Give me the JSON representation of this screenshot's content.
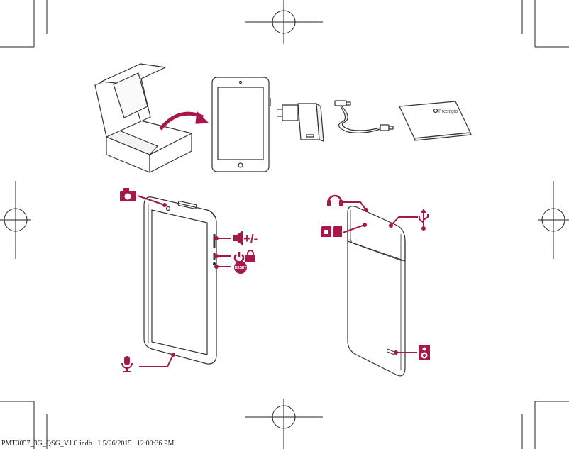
{
  "box_contents": {
    "brand_logo": "Prestigio"
  },
  "front_callouts": {
    "volume_label": "+/-",
    "reset_label": "RESET"
  },
  "footer": {
    "file_name": "PMT3057_3G_QSG_V1.0.indb",
    "page": "1",
    "date": "5/26/2015",
    "time": "12:00:36 PM"
  },
  "colors": {
    "accent": "#a8174a",
    "line": "#333333"
  },
  "icons": [
    "camera-icon",
    "volume-icon",
    "power-icon",
    "lock-icon",
    "reset-icon",
    "microphone-icon",
    "headphone-icon",
    "sim-card-icon",
    "sd-card-icon",
    "usb-icon",
    "speaker-icon"
  ]
}
